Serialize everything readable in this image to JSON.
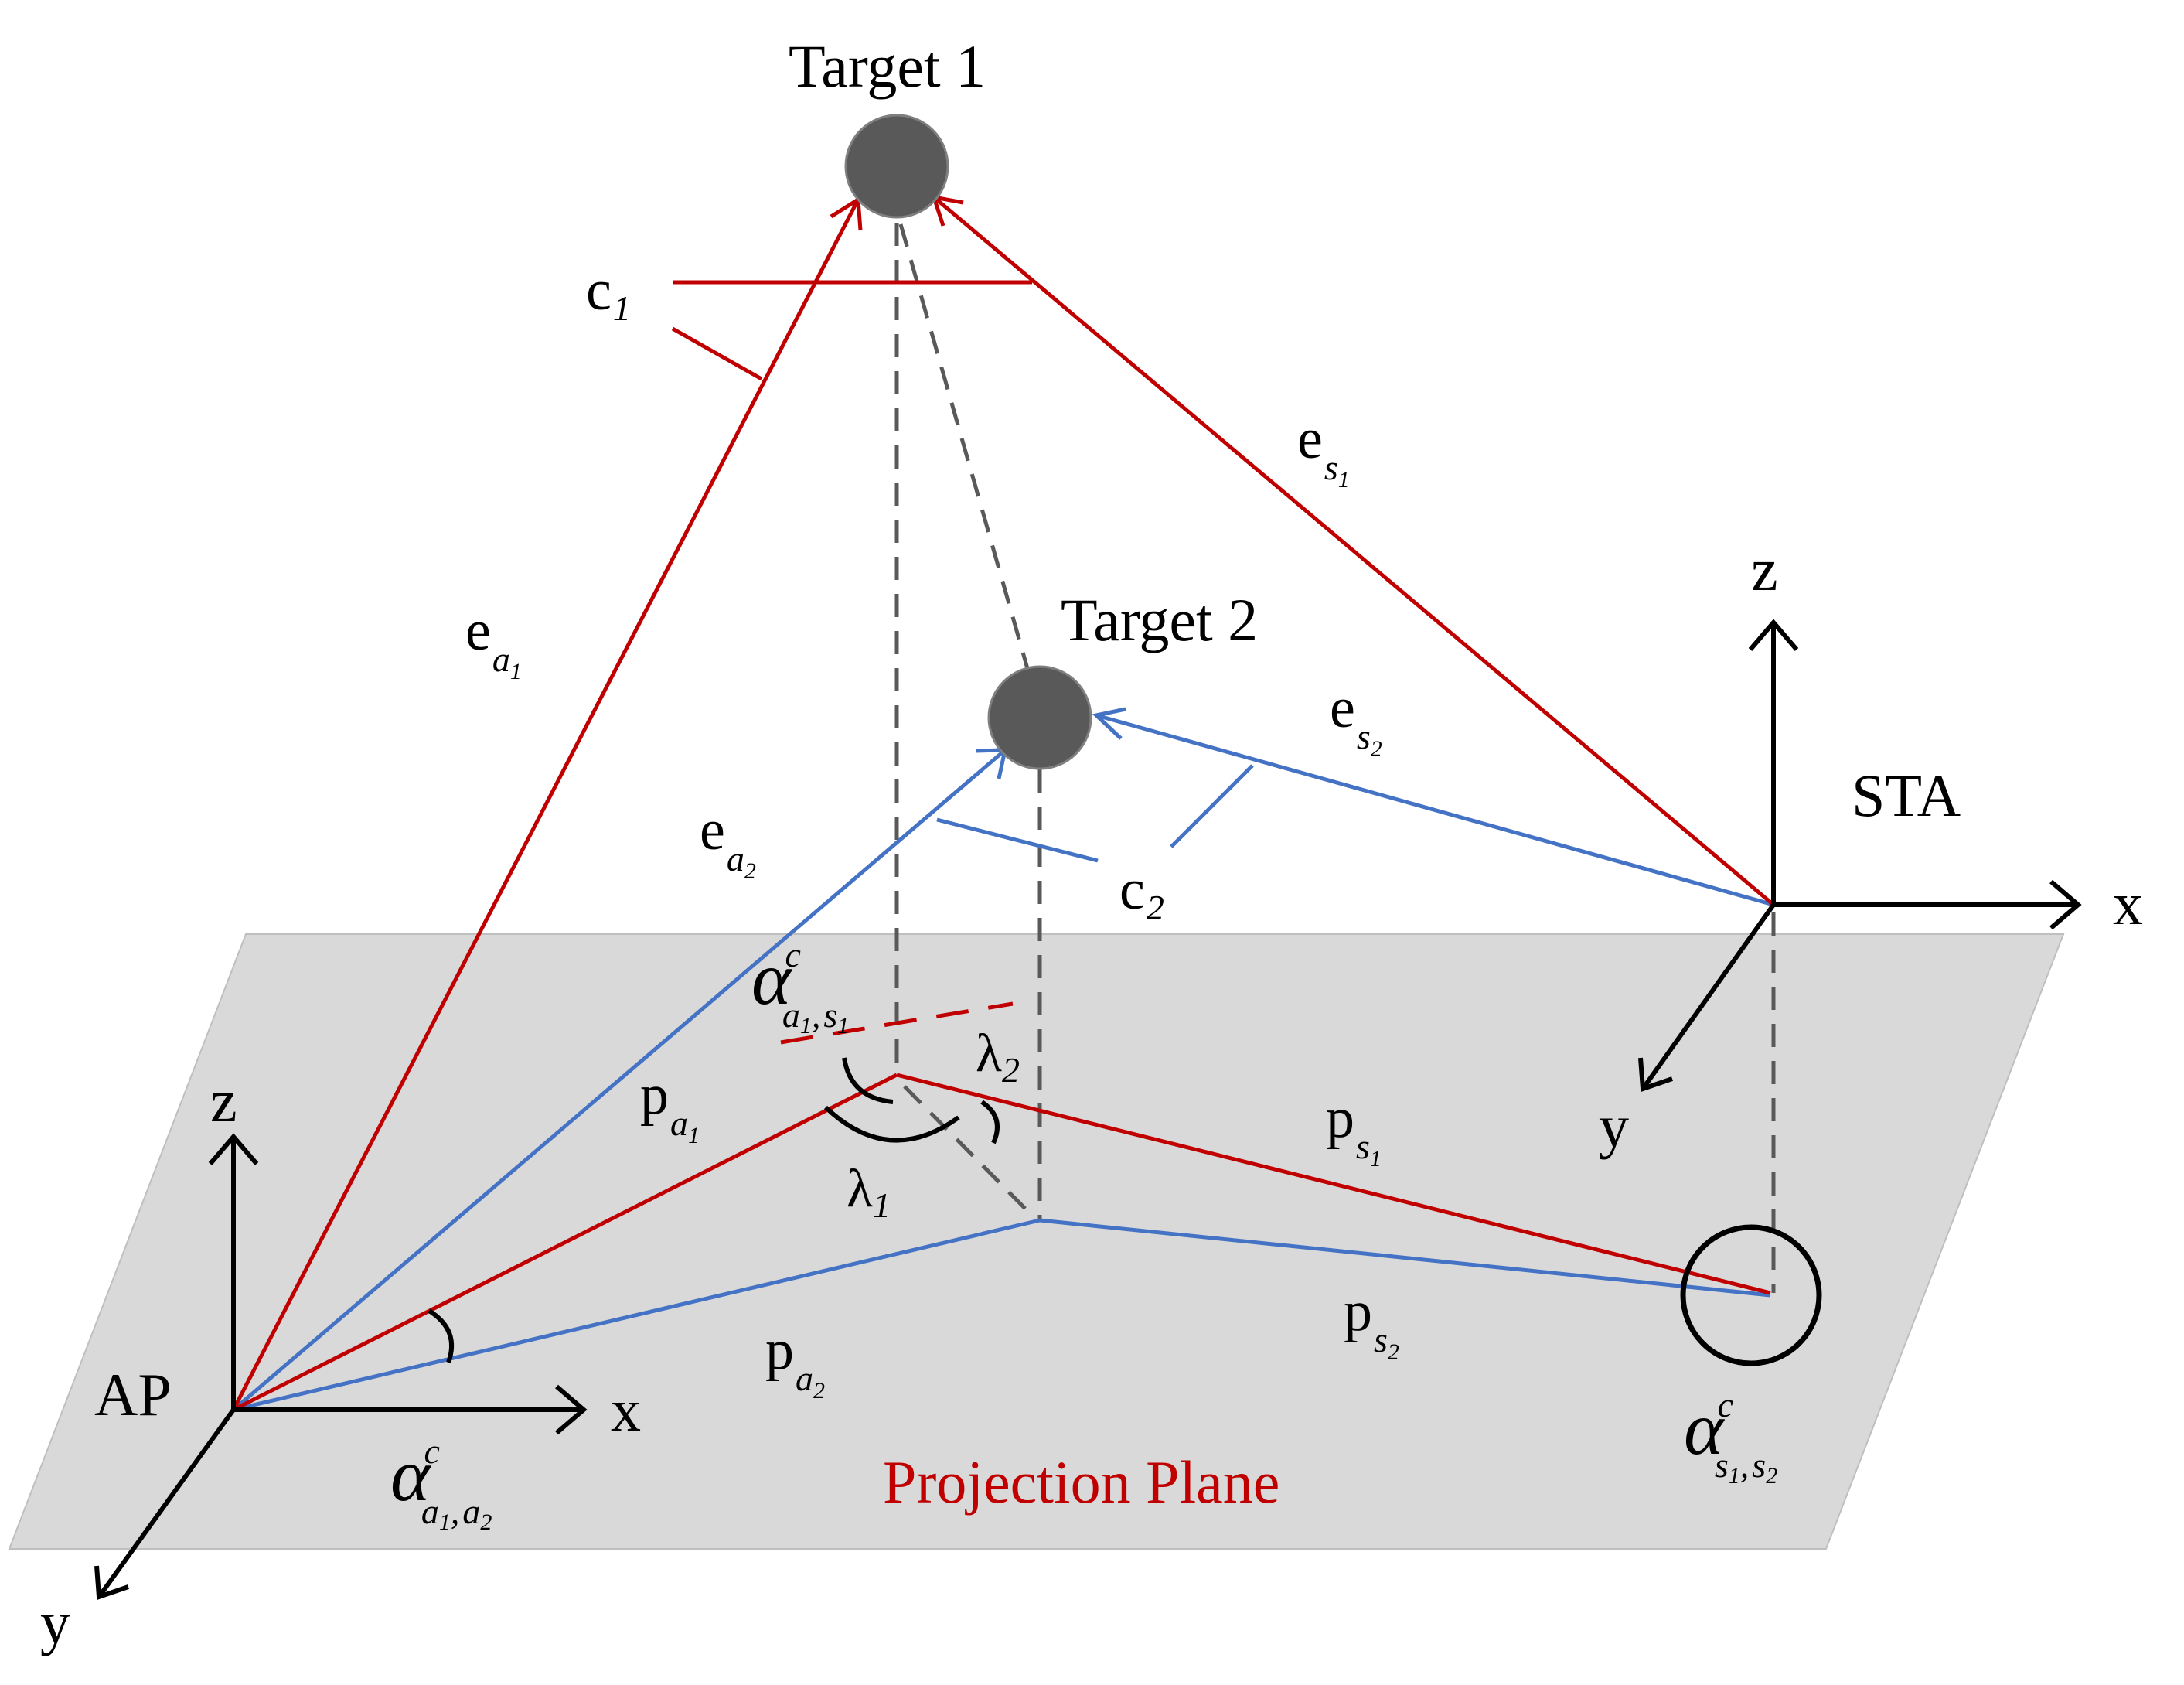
{
  "labels": {
    "target1": "Target 1",
    "target2": "Target 2",
    "c1": "c",
    "c1_sub": "1",
    "c2": "c",
    "c2_sub": "2",
    "e": "e",
    "p": "p",
    "a": "a",
    "s": "s",
    "one": "1",
    "two": "2",
    "comma": ",",
    "alpha": "α",
    "c_sup": "c",
    "lambda": "λ",
    "lambda1_sub": "1",
    "lambda2_sub": "2",
    "ap": "AP",
    "sta": "STA",
    "x": "x",
    "y": "y",
    "z": "z",
    "plane": "Projection Plane"
  },
  "colors": {
    "red": "#c00000",
    "blue": "#4472c4",
    "plane": "#d9d9d9",
    "target": "#595959",
    "dash": "#595959",
    "text": "#000000"
  }
}
